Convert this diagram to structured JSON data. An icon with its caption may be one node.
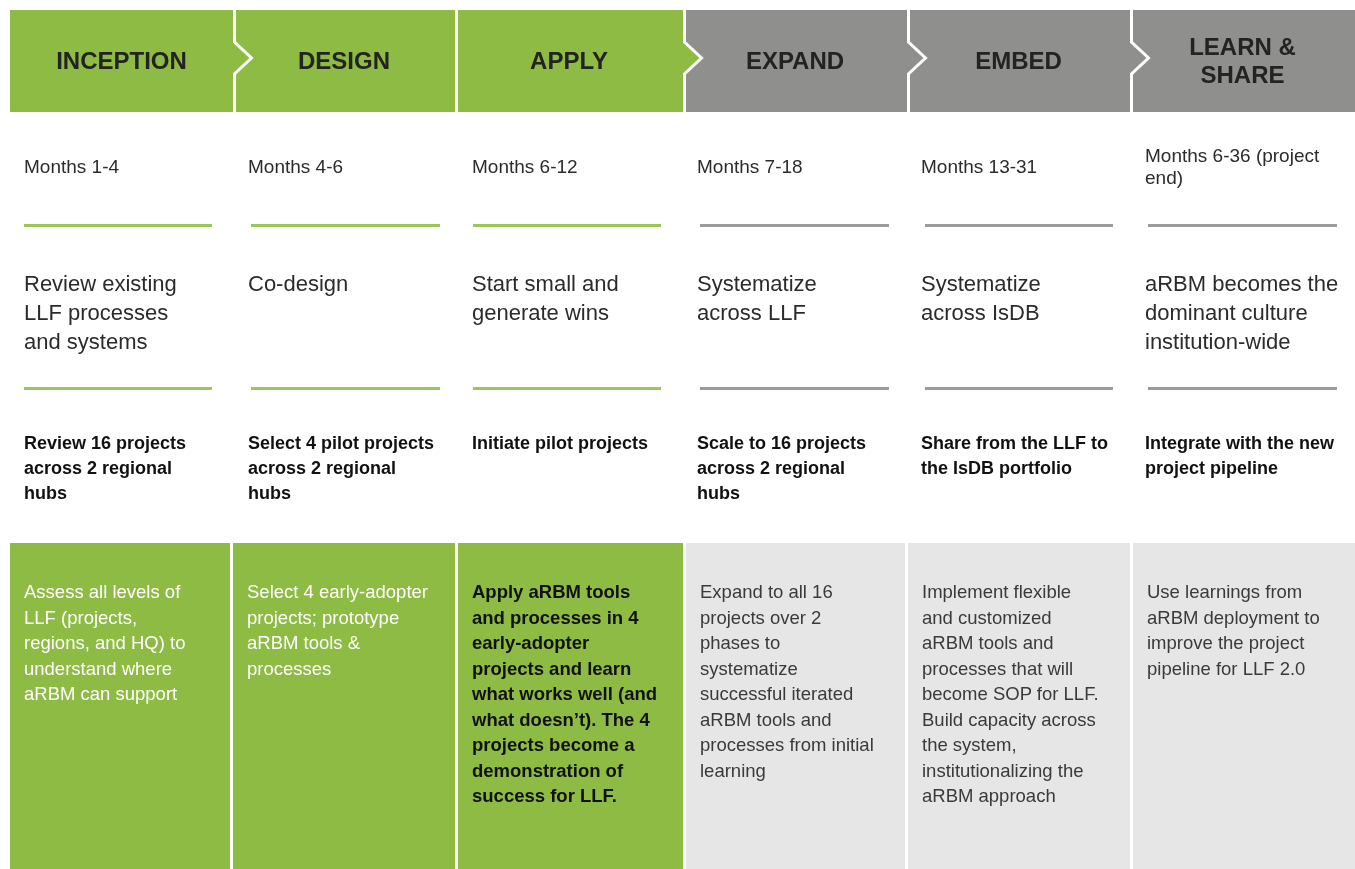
{
  "diagram": {
    "nodes": [
      {
        "text": [
          "INCEPTION"
        ]
      },
      {
        "text": [
          "DESIGN"
        ]
      },
      {
        "text": [
          "APPLY"
        ]
      },
      {
        "text": [
          "EXPAND"
        ]
      },
      {
        "text": [
          "EMBED"
        ]
      },
      {
        "text": [
          "LEARN & SHARE"
        ]
      },
      {
        "text": [
          "Assess all levels of LLF (projects, regions, and HQ) to understand where aRBM can support"
        ]
      },
      {
        "text": [
          "Select 4 early-adopter projects; prototype aRBM tools & processes"
        ]
      },
      {
        "text": [
          "Apply aRBM tools and processes in 4 early-adopter projects and learn what works well (and what doesn’t). The 4 projects become a demonstration of success for LLF."
        ]
      },
      {
        "text": [
          "Expand to all 16 projects over 2 phases to systematize successful iterated aRBM tools and processes from initial learning"
        ]
      },
      {
        "text": [
          "Implement flexible and customized aRBM tools and processes that will become SOP for LLF. Build capacity across the system, institutionalizing the aRBM approach"
        ]
      },
      {
        "text": [
          "Use learnings from aRBM deployment to improve the project pipeline for LLF 2.0"
        ]
      }
    ],
    "labels": [
      "Months 1-4",
      "Months 4-6",
      "Months 6-12",
      "Months 7-18",
      "Months 13-31",
      "Months 6-36 (project end)",
      "Review existing LLF processes and systems",
      "Co-design",
      "Start small and generate wins",
      "Systematize across LLF",
      "Systematize across IsDB",
      "aRBM becomes the dominant culture institution-wide",
      "Review 16 projects across 2 regional hubs",
      "Select 4 pilot projects across 2 regional hubs",
      "Initiate pilot projects",
      "Scale to 16 projects across 2 regional hubs",
      "Share from the LLF to the IsDB portfolio",
      "Integrate with the new project pipeline"
    ]
  }
}
